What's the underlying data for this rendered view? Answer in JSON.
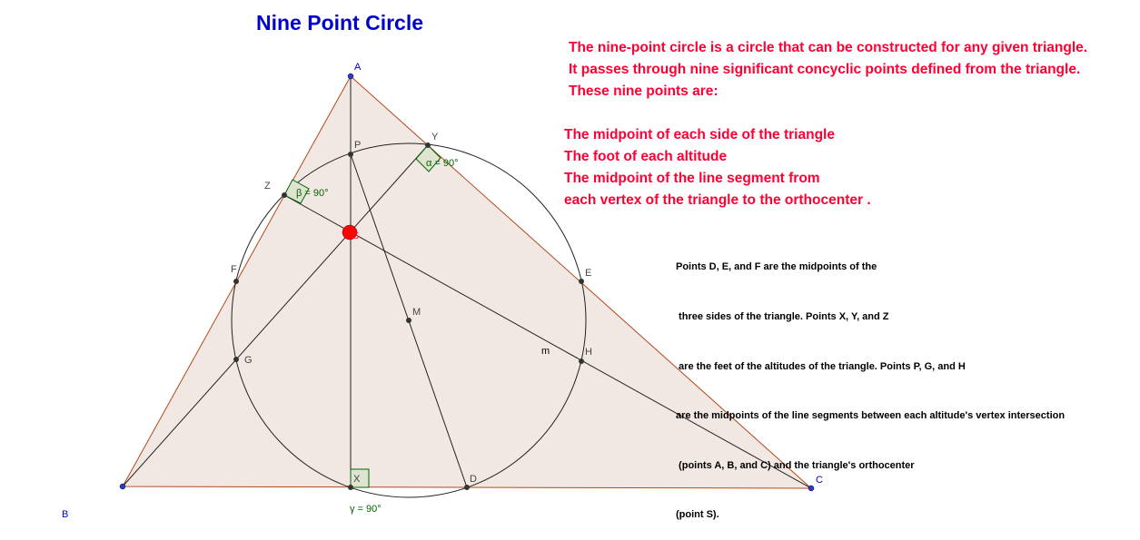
{
  "title": "Nine Point Circle",
  "intro": [
    "The nine-point circle is a circle that can be constructed for any given triangle.",
    "It passes through nine significant concyclic points defined from the triangle.",
    "These nine points are:"
  ],
  "points_list": [
    "The midpoint of each side of the triangle",
    "The foot of each altitude",
    "The midpoint of the line segment from",
    "each vertex of the triangle to the orthocenter ."
  ],
  "explanation": [
    "Points D, E, and F are the midpoints of the",
    " three sides of the triangle. Points X, Y, and Z",
    " are the feet of the altitudes of the triangle. Points P, G, and H",
    "are the midpoints of the line segments between each altitude's vertex intersection",
    " (points A, B, and C) and the triangle's orthocenter",
    "(point S)."
  ],
  "labels": {
    "A": "A",
    "B": "B",
    "C": "C",
    "D": "D",
    "E": "E",
    "F": "F",
    "G": "G",
    "H": "H",
    "M": "M",
    "P": "P",
    "S": "S",
    "X": "X",
    "Y": "Y",
    "Z": "Z",
    "m": "m"
  },
  "angles": {
    "alpha": "α = 90°",
    "beta": "β = 90°",
    "gamma": "γ = 90°"
  },
  "colors": {
    "title": "#0000cc",
    "intro": "#ff0033",
    "triangle_fill": "#f2e8e3",
    "triangle_edge": "#b5471b",
    "angle": "#006400",
    "orthocenter": "#ff0000"
  }
}
